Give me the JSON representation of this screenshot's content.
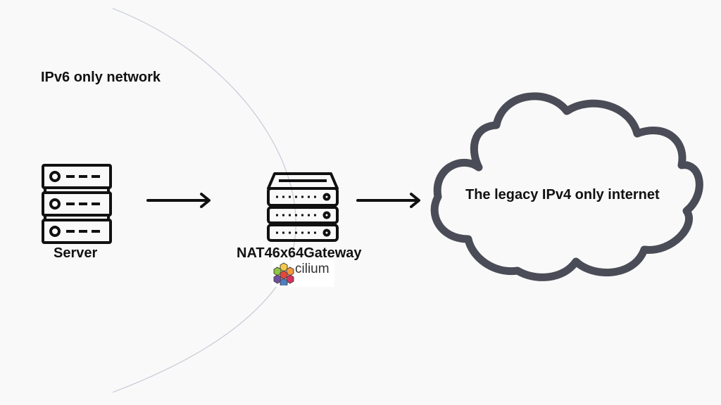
{
  "diagram": {
    "zone_label": "IPv6 only network",
    "server": {
      "label": "Server",
      "icon": "server-rack-icon"
    },
    "gateway": {
      "label": "NAT46x64Gateway",
      "icon": "gateway-appliance-icon"
    },
    "cilium_logo": {
      "text": "cilium",
      "icon": "cilium-hexagon-logo"
    },
    "cloud": {
      "label": "The legacy IPv4 only internet",
      "icon": "cloud-icon"
    },
    "colors": {
      "background": "#f9f9f9",
      "ink": "#111111",
      "cloud_stroke": "#4a4d57",
      "boundary": "#c5cad6",
      "cilium_hexes": [
        "#8dc63f",
        "#f7c948",
        "#e8463c",
        "#6e4fa0",
        "#4f7ec1",
        "#f29a3c",
        "#d6315f"
      ]
    }
  }
}
